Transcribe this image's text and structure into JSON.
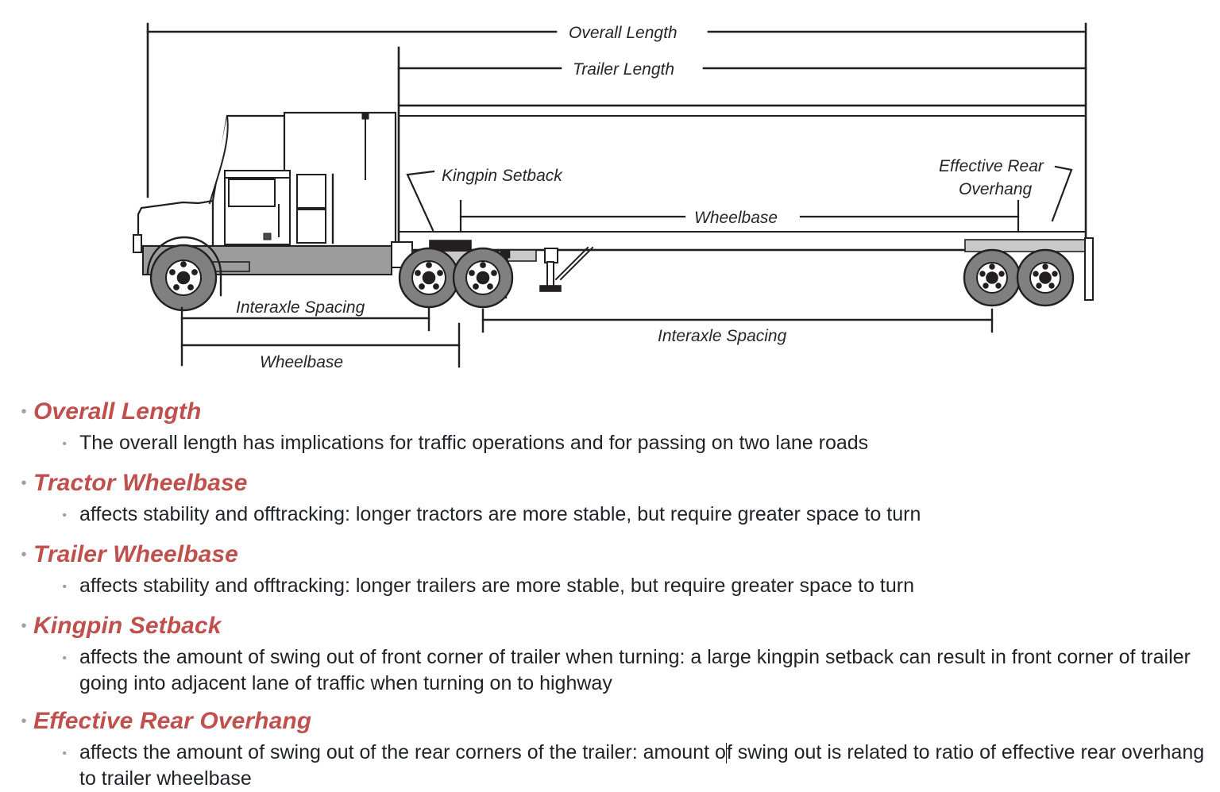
{
  "diagram": {
    "name": "tractor-trailer-dimensions-diagram",
    "labels": {
      "overall_length": "Overall Length",
      "trailer_length": "Trailer Length",
      "kingpin_setback": "Kingpin Setback",
      "effective_rear_overhang_line1": "Effective Rear",
      "effective_rear_overhang_line2": "Overhang",
      "trailer_wheelbase": "Wheelbase",
      "tractor_interaxle_spacing": "Interaxle Spacing",
      "tractor_wheelbase": "Wheelbase",
      "trailer_interaxle_spacing": "Interaxle Spacing"
    }
  },
  "colors": {
    "heading_red": "#C0504D",
    "body_text": "#1f2328",
    "bullet_gray": "#9aa0a6",
    "line_black": "#231f20",
    "tire_gray": "#808080",
    "chassis_gray": "#9c9c9c",
    "light_gray": "#c9c9c9"
  },
  "bullets": [
    {
      "heading": "Overall Length",
      "sub": [
        "The overall length has implications for traffic operations and for passing on two lane roads"
      ]
    },
    {
      "heading": "Tractor Wheelbase",
      "sub": [
        "affects stability and offtracking: longer tractors are more stable, but require greater space to turn"
      ]
    },
    {
      "heading": "Trailer Wheelbase",
      "sub": [
        "affects stability and offtracking: longer trailers are more stable, but require greater space to turn"
      ]
    },
    {
      "heading": "Kingpin Setback",
      "sub": [
        "affects the amount of swing out of front corner of trailer when turning: a large kingpin setback can result in front corner of trailer going into adjacent lane of traffic when turning on to highway"
      ]
    },
    {
      "heading": "Effective Rear Overhang",
      "sub_pre": "affects the amount of swing out of the rear corners of the trailer: amount o",
      "sub_post": "f swing out is related to ratio of effective rear overhang to trailer wheelbase"
    }
  ],
  "bullet_glyph": "•"
}
